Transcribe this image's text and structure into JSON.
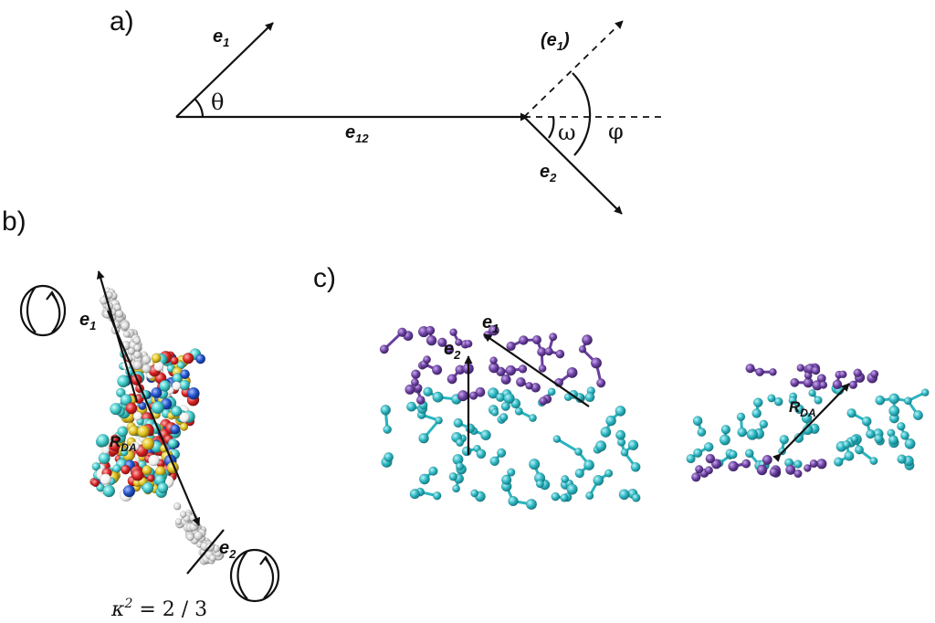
{
  "panel_labels": {
    "a": "a)",
    "b": "b)",
    "c": "c)"
  },
  "vectors": {
    "e1": {
      "base": "e",
      "sub": "1"
    },
    "e1_proj": {
      "base": "(e",
      "sub": "1",
      "tail": ")"
    },
    "e12": {
      "base": "e",
      "sub": "12"
    },
    "e2": {
      "base": "e",
      "sub": "2"
    },
    "rda": {
      "base": "R",
      "sub": "DA"
    }
  },
  "angles": {
    "theta": "θ",
    "omega": "ω",
    "phi": "φ"
  },
  "kappa": {
    "base": "κ",
    "sup": "2",
    "rest": " = 2 / 3"
  },
  "colors": {
    "line": "#111111",
    "donor_molecule": "#2ab4c0",
    "acceptor_molecule": "#6a3fa0",
    "dna_oxygen": "#d42020",
    "dna_nitrogen": "#1e50c8",
    "dna_phosphorus": "#e0c020",
    "dna_carbon": "#3ec8c8",
    "dye_grey": "#c8c8c8"
  },
  "icons": [
    "rotation-arrow-icon",
    "rotation-arrow-icon"
  ]
}
